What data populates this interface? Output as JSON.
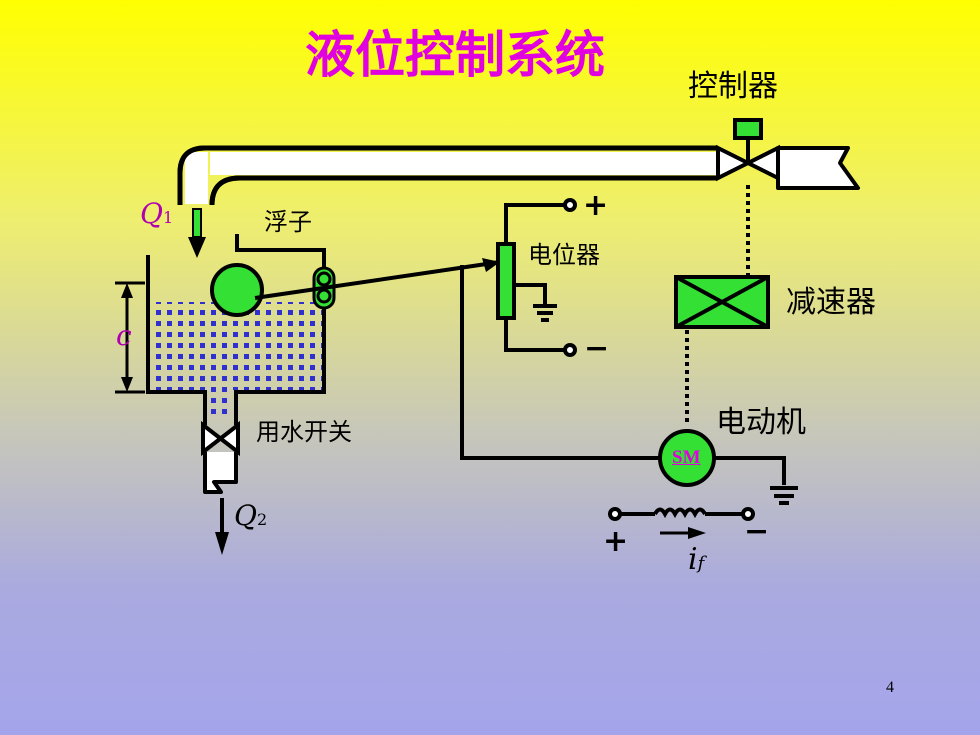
{
  "title": "液位控制系统",
  "labels": {
    "controller": "控制器",
    "float": "浮子",
    "potentiometer": "电位器",
    "reducer": "减速器",
    "motor": "电动机",
    "motor_symbol": "SM",
    "water_switch": "用水开关",
    "q1": "Q",
    "q1_sub": "1",
    "q2": "Q",
    "q2_sub": "2",
    "level": "c",
    "current": "i",
    "current_sub": "f",
    "plus_pot": "+",
    "minus_pot": "−",
    "plus_field": "+",
    "minus_field": "−"
  },
  "colors": {
    "title": "#e000e0",
    "float_fill": "#33e033",
    "water_dots": "#3030d0",
    "pipe_fill": "#ffffff",
    "motor_text": "#e000e0",
    "label_purple": "#b000b0"
  },
  "page_number": "4"
}
